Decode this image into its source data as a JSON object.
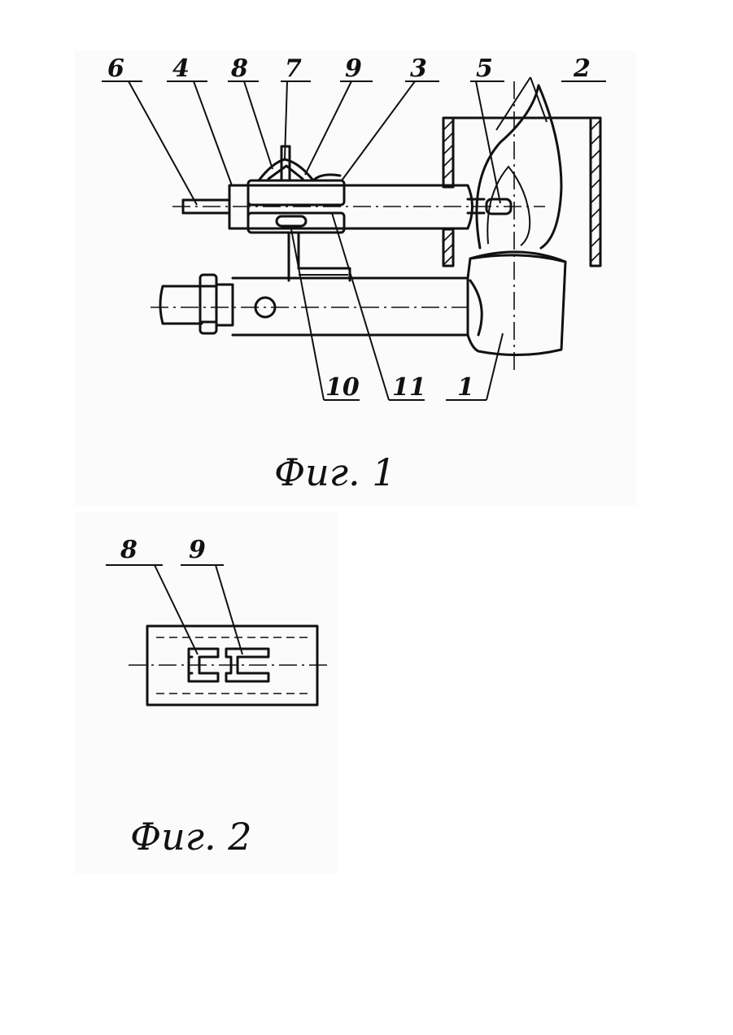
{
  "figures": [
    {
      "id": "fig1",
      "caption": "Фиг. 1",
      "labels": [
        "6",
        "4",
        "8",
        "7",
        "9",
        "3",
        "5",
        "2",
        "10",
        "11",
        "1"
      ]
    },
    {
      "id": "fig2",
      "caption": "Фиг. 2",
      "labels": [
        "8",
        "9"
      ]
    }
  ]
}
